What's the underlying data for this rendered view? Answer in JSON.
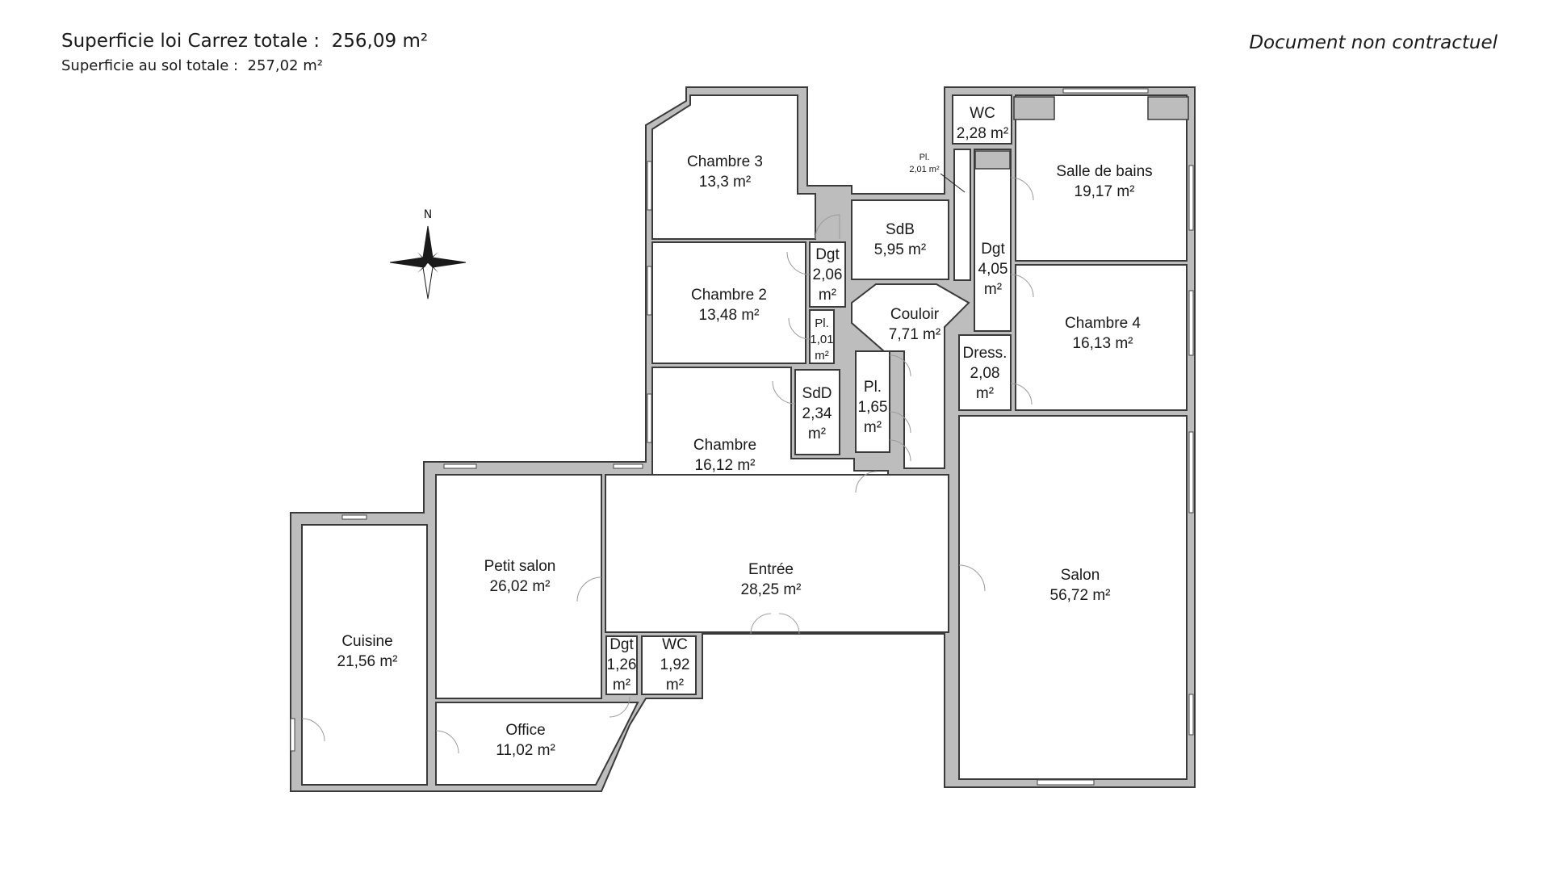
{
  "header": {
    "carrez_label": "Superficie loi Carrez totale :",
    "carrez_value": "256,09 m²",
    "sol_label": "Superficie au sol totale :",
    "sol_value": "257,02 m²",
    "disclaimer": "Document non contractuel"
  },
  "compass": {
    "north": "N"
  },
  "rooms": {
    "chambre3": {
      "name": "Chambre 3",
      "area": "13,3 m²"
    },
    "chambre2": {
      "name": "Chambre 2",
      "area": "13,48 m²"
    },
    "chambre": {
      "name": "Chambre",
      "area": "16,12 m²"
    },
    "sdb": {
      "name": "SdB",
      "area": "5,95 m²"
    },
    "dgt1": {
      "name": "Dgt",
      "area_num": "2,06",
      "area_unit": "m²"
    },
    "pl1": {
      "name": "Pl.",
      "area_num": "1,01",
      "area_unit": "m²"
    },
    "sdd": {
      "name": "SdD",
      "area_num": "2,34",
      "area_unit": "m²"
    },
    "pl2": {
      "name": "Pl.",
      "area_num": "1,65",
      "area_unit": "m²"
    },
    "couloir": {
      "name": "Couloir",
      "area": "7,71 m²"
    },
    "wc1": {
      "name": "WC",
      "area": "2,28 m²"
    },
    "pl3": {
      "name": "Pl.",
      "area": "2,01 m²"
    },
    "dgt2": {
      "name": "Dgt",
      "area_num": "4,05",
      "area_unit": "m²"
    },
    "sallebains": {
      "name": "Salle de bains",
      "area": "19,17 m²"
    },
    "chambre4": {
      "name": "Chambre 4",
      "area": "16,13 m²"
    },
    "dress": {
      "name": "Dress.",
      "area_num": "2,08",
      "area_unit": "m²"
    },
    "salon": {
      "name": "Salon",
      "area": "56,72 m²"
    },
    "entree": {
      "name": "Entrée",
      "area": "28,25 m²"
    },
    "petitsalon": {
      "name": "Petit salon",
      "area": "26,02 m²"
    },
    "cuisine": {
      "name": "Cuisine",
      "area": "21,56 m²"
    },
    "office": {
      "name": "Office",
      "area": "11,02 m²"
    },
    "dgt3": {
      "name": "Dgt",
      "area_num": "1,26",
      "area_unit": "m²"
    },
    "wc2": {
      "name": "WC",
      "area_num": "1,92",
      "area_unit": "m²"
    }
  }
}
